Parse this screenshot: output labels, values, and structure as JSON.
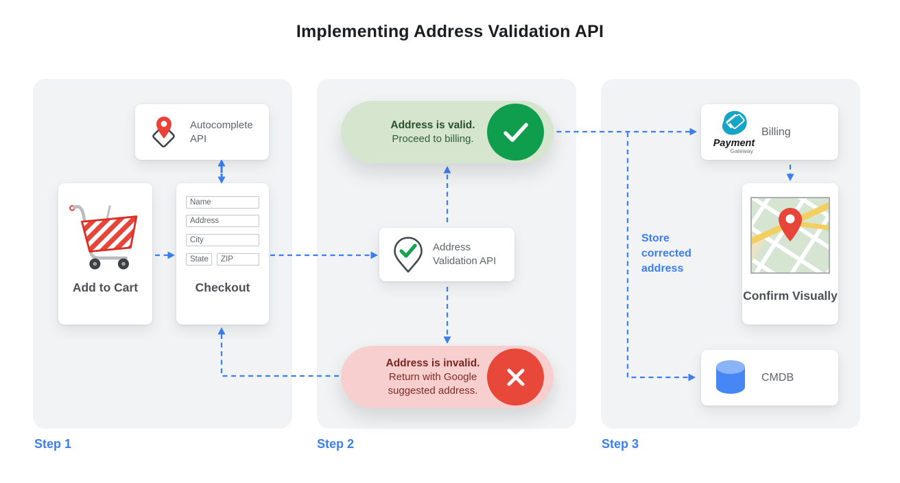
{
  "title": "Implementing Address Validation API",
  "colors": {
    "accent_blue": "#3b7ef0",
    "green_pill": "#d5e5ce",
    "green_circle": "#0f9d4e",
    "red_pill": "#f6cfce",
    "red_circle": "#e8483a"
  },
  "step1": {
    "label": "Step 1",
    "autocomplete_card": {
      "label": "Autocomplete API"
    },
    "add_to_cart_card": {
      "label": "Add to Cart"
    },
    "checkout_card": {
      "label": "Checkout",
      "fields": {
        "name": "Name",
        "address": "Address",
        "city": "City",
        "state": "State",
        "zip": "ZIP"
      }
    }
  },
  "step2": {
    "label": "Step 2",
    "valid_pill": {
      "title": "Address is valid.",
      "subtitle": "Proceed to billing."
    },
    "validation_card": {
      "label": "Address Validation API"
    },
    "invalid_pill": {
      "title": "Address is invalid.",
      "subtitle": "Return with Google suggested address."
    }
  },
  "step3": {
    "label": "Step 3",
    "billing_card": {
      "label": "Billing",
      "logo_title": "Payment",
      "logo_subtitle": "Gateway"
    },
    "confirm_card": {
      "label": "Confirm Visually"
    },
    "cmdb_card": {
      "label": "CMDB"
    },
    "store_note": "Store corrected address"
  }
}
